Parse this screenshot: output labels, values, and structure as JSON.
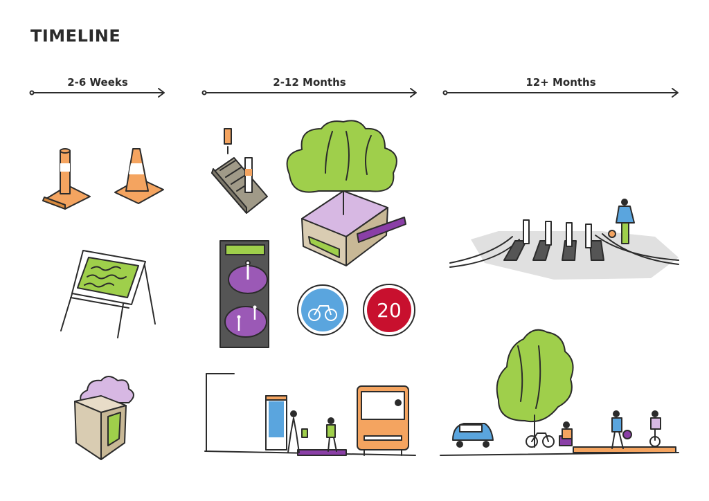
{
  "title": "TIMELINE",
  "phases": [
    {
      "label": "2-6 Weeks"
    },
    {
      "label": "2-12 Months"
    },
    {
      "label": "12+ Months"
    }
  ],
  "speed_sign": {
    "value": "20"
  },
  "colors": {
    "orange": "#f4a460",
    "green": "#9fcf4b",
    "lilac": "#d7b8e3",
    "purple": "#8a3fa6",
    "blue": "#5aa5de",
    "red": "#c8102e",
    "dark": "#555555",
    "ink": "#2b2b2b"
  }
}
